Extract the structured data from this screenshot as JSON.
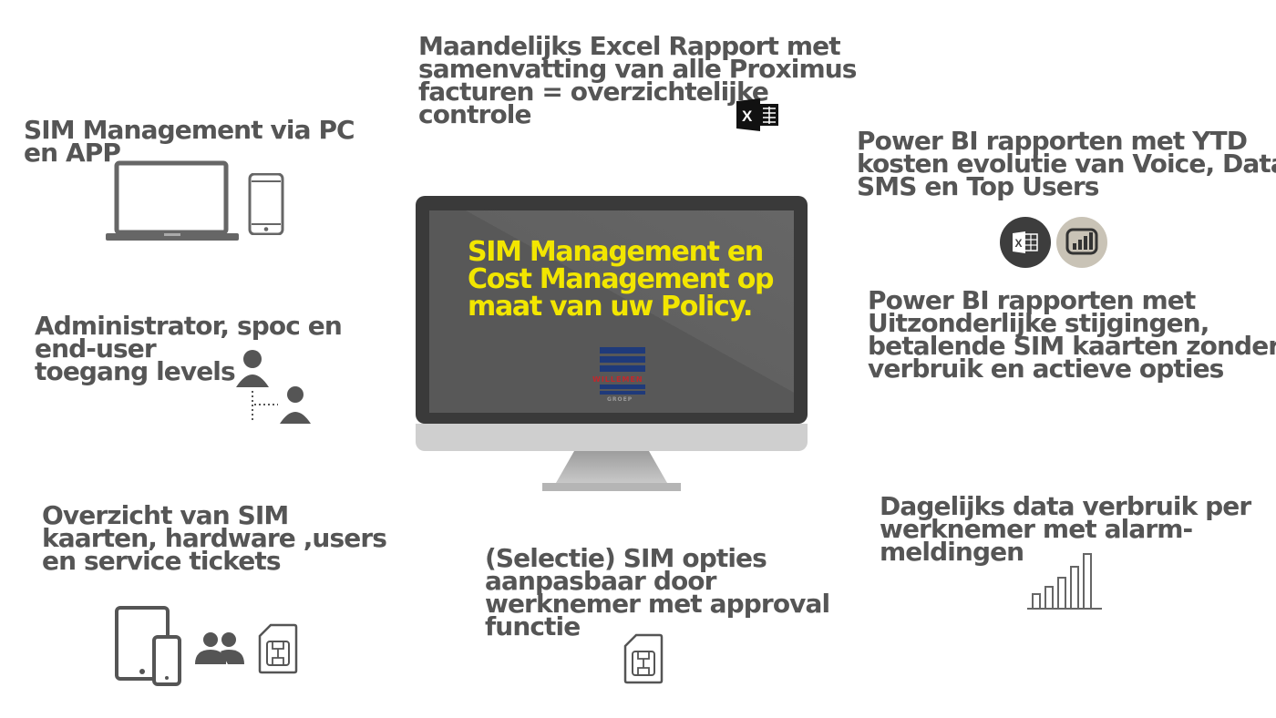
{
  "center": {
    "title_lines": [
      "SIM Management en",
      "Cost Management op",
      "maat van uw Policy."
    ],
    "logo_name": "WILLEMEN",
    "logo_sub": "GROEP"
  },
  "features": {
    "excel_report": [
      "Maandelijks Excel Rapport met",
      "samenvatting van alle Proximus",
      "facturen = overzichtelijke",
      "controle"
    ],
    "sim_pc_app": [
      "SIM Management via PC",
      "en APP"
    ],
    "power_bi_ytd": [
      "Power BI rapporten met YTD",
      "kosten evolutie van Voice, Data,",
      "SMS en Top Users"
    ],
    "power_bi_exceptions": [
      "Power BI rapporten met",
      "Uitzonderlijke stijgingen,",
      "betalende SIM kaarten zonder",
      "verbruik en actieve opties"
    ],
    "access_levels": [
      "Administrator, spoc en",
      "end-user",
      "toegang levels"
    ],
    "overview": [
      "Overzicht van SIM",
      "kaarten,  hardware ,users",
      "en service tickets"
    ],
    "daily_usage": [
      "Dagelijks data verbruik per",
      "werknemer met alarm-",
      "meldingen"
    ],
    "sim_options": [
      "(Selectie) SIM opties",
      "aanpasbaar door",
      "werknemer met approval",
      "functie"
    ]
  },
  "icons": {
    "excel": "excel-icon",
    "excel_circle": "excel-circle-icon",
    "power_bi": "power-bi-icon",
    "laptop": "laptop-icon",
    "phone": "smartphone-icon",
    "users": "user-hierarchy-icon",
    "tablet": "tablet-phone-icon",
    "group": "group-icon",
    "sim": "sim-card-icon",
    "bar_chart": "bar-chart-icon"
  },
  "colors": {
    "text": "#555555",
    "screen_title": "#f2e600",
    "bezel": "#3a3a3a",
    "screen": "#5a5a5a",
    "logo_blue": "#1f3a7a",
    "logo_red": "#c0282d"
  }
}
